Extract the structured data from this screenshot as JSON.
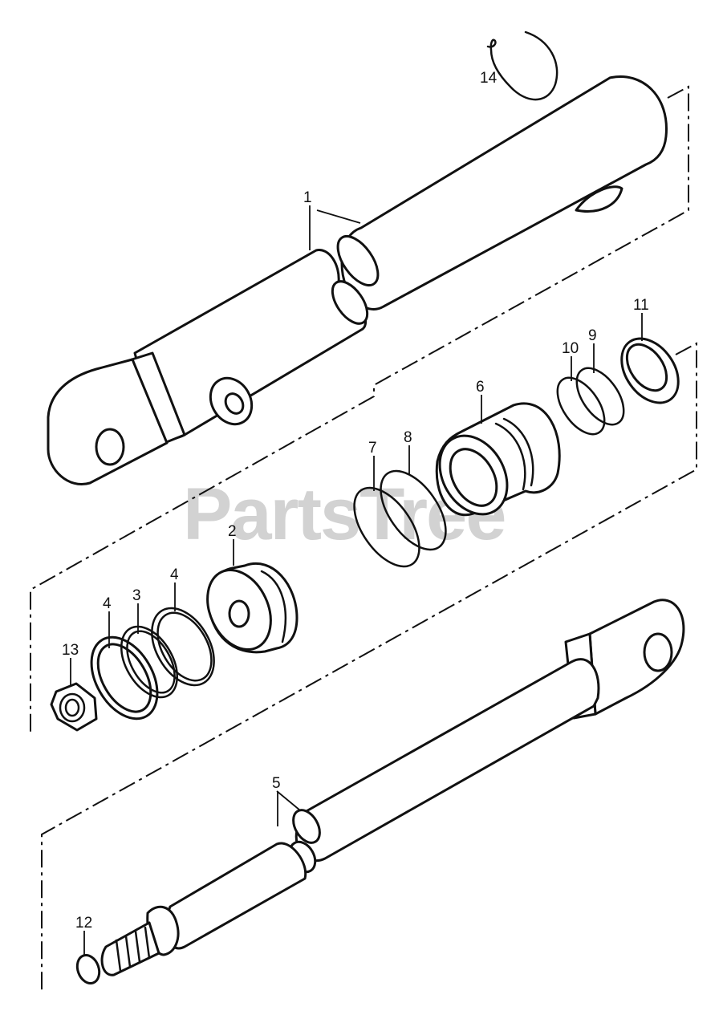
{
  "watermark": "PartsTree",
  "callouts": {
    "c1": "1",
    "c2": "2",
    "c3": "3",
    "c4a": "4",
    "c4b": "4",
    "c5": "5",
    "c6": "6",
    "c7": "7",
    "c8": "8",
    "c9": "9",
    "c10": "10",
    "c11": "11",
    "c12": "12",
    "c13": "13",
    "c14": "14"
  }
}
